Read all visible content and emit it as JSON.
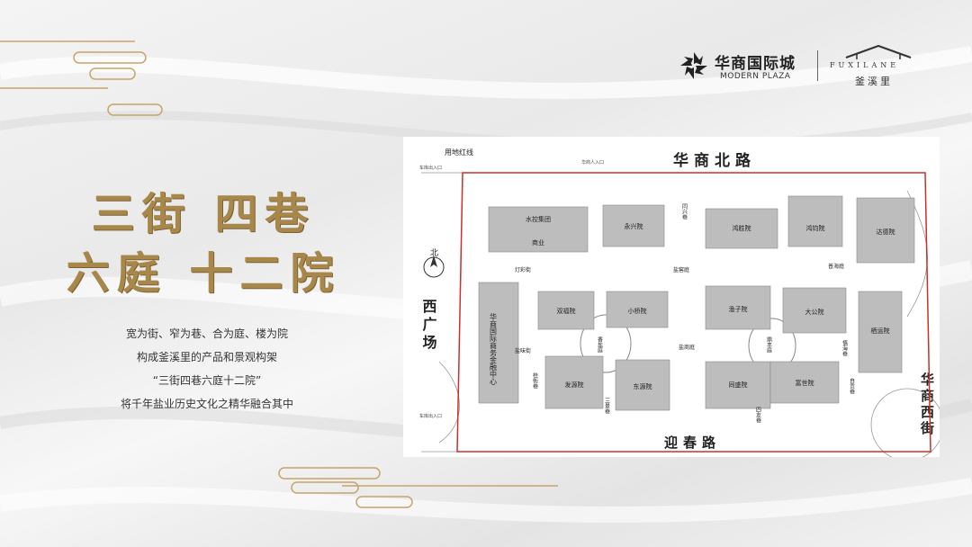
{
  "brand": {
    "name": "华商国际城",
    "subtitle": "MODERN PLAZA",
    "partner_en": "FUXILANE",
    "partner_cn": "釜溪里"
  },
  "headline": {
    "line1": "三街 四巷",
    "line2": "六庭 十二院"
  },
  "description": [
    "宽为街、窄为巷、合为庭、楼为院",
    "构成釜溪里的产品和景观构架",
    "“三街四巷六庭十二院”",
    "将千年盐业历史文化之精华融合其中"
  ],
  "map": {
    "roads": {
      "north": "华商北路",
      "south": "迎春路",
      "west": "西广场",
      "east": "华商西街"
    },
    "north_label": "北",
    "boundary_label": "用地红线",
    "small_labels": {
      "car_entry_nw": "车库出入口",
      "human_entry_n": "华商人入口",
      "car_entry_sw": "车库出入口"
    },
    "buildings": {
      "shuikong": "水控集团",
      "shangye": "商业",
      "yongxing": "永兴院",
      "hongsheng": "鸿胜院",
      "hongjun": "鸿钧院",
      "dade": "达德院",
      "shuangfu": "双福院",
      "xiaoqiao": "小桥院",
      "yuzi": "渔子院",
      "dagong": "大公院",
      "qiyun": "栖运院",
      "fayuan": "发源院",
      "dongyuan": "东源院",
      "tongsheng": "同盛院",
      "fushi": "富世院",
      "finance_center": "华商国际商务金融中心"
    },
    "lanes": {
      "tongxing": "同兴巷",
      "dengcai": "灯彩街",
      "yanjiao": "盐窖庭",
      "puhai": "普海庭",
      "yanwei": "盐味街",
      "xiangyan": "香盐庭",
      "yanqun": "盐商庭",
      "dingfu": "鼎丰庭",
      "shenhai": "慎海巷",
      "gui": "桂街巷",
      "sanjing": "三景巷",
      "sihai": "四友巷",
      "zixiang": "自贡巷"
    }
  }
}
